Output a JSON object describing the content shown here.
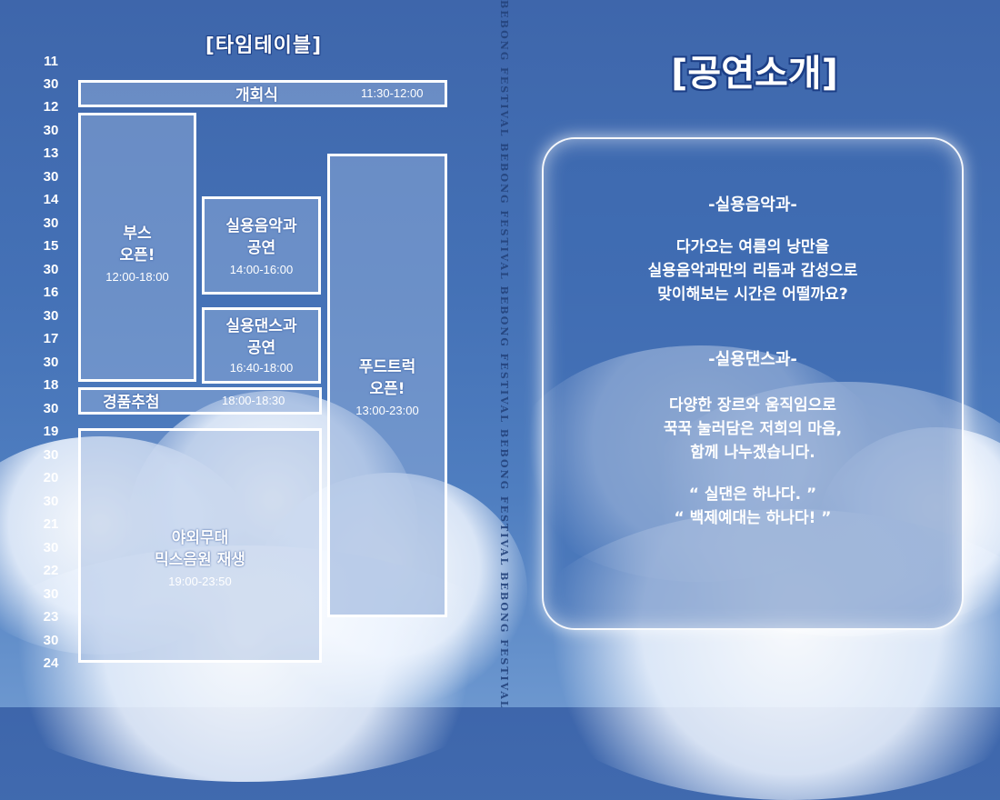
{
  "timetable": {
    "title": "[타임테이블]",
    "hours": [
      "11",
      "30",
      "12",
      "30",
      "13",
      "30",
      "14",
      "30",
      "15",
      "30",
      "16",
      "30",
      "17",
      "30",
      "18",
      "30",
      "19",
      "30",
      "20",
      "30",
      "21",
      "30",
      "22",
      "30",
      "23",
      "30",
      "24"
    ],
    "events": {
      "opening": {
        "label": "개회식",
        "time": "11:30-12:00"
      },
      "booth": {
        "label_line1": "부스",
        "label_line2": "오픈!",
        "time": "12:00-18:00"
      },
      "music": {
        "label_line1": "실용음악과",
        "label_line2": "공연",
        "time": "14:00-16:00"
      },
      "dance": {
        "label_line1": "실용댄스과",
        "label_line2": "공연",
        "time": "16:40-18:00"
      },
      "foodtruck": {
        "label_line1": "푸드트럭",
        "label_line2": "오픈!",
        "time": "13:00-23:00"
      },
      "raffle": {
        "label": "경품추첨",
        "time": "18:00-18:30"
      },
      "outdoor": {
        "label_line1": "야외무대",
        "label_line2": "믹스음원 재생",
        "time": "19:00-23:50"
      }
    }
  },
  "spine_text": "BEBONG FESTIVAL BEBONG FESTIVAL BEBONG FESTIVAL BEBONG FESTIVAL BEBONG FESTIVAL",
  "intro": {
    "title": "[공연소개]",
    "music_heading": "-실용음악과-",
    "music_lines": [
      "다가오는 여름의 낭만을",
      "실용음악과만의 리듬과 감성으로",
      "맞이해보는 시간은 어떨까요?"
    ],
    "dance_heading": "-실용댄스과-",
    "dance_lines": [
      "다양한 장르와 움직임으로",
      "꾹꾹 눌러담은 저희의 마음,",
      "함께 나누겠습니다."
    ],
    "quote_lines": [
      "“ 실댄은 하나다. ”",
      "“ 백제예대는 하나다! ”"
    ]
  }
}
